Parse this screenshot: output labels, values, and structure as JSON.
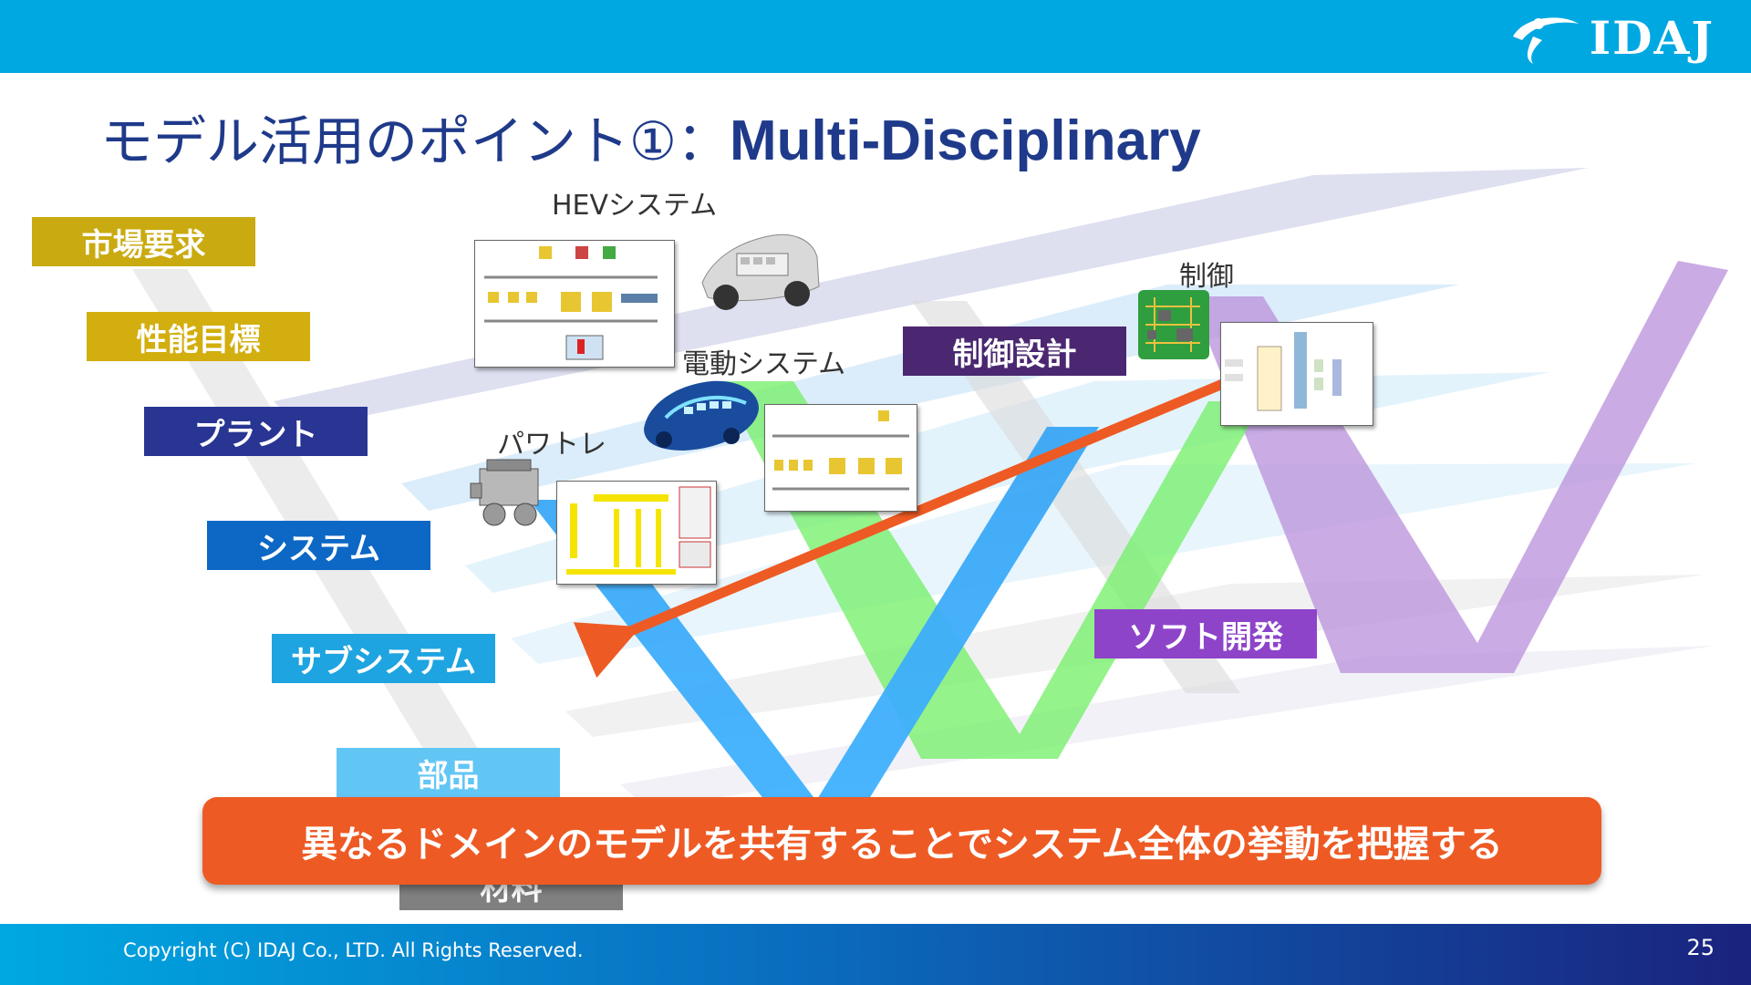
{
  "title": {
    "main": "モデル活用のポイント①：",
    "sub": "Multi-Disciplinary"
  },
  "logo": {
    "text": "IDAJ"
  },
  "levels": [
    {
      "label": "市場要求",
      "color": "#c9aa10"
    },
    {
      "label": "性能目標",
      "color": "#d2ae0e"
    },
    {
      "label": "プラント",
      "color": "#283593"
    },
    {
      "label": "システム",
      "color": "#0d67c4"
    },
    {
      "label": "サブシステム",
      "color": "#1ea4e0"
    },
    {
      "label": "部品",
      "color": "#62c6f5"
    },
    {
      "label": "材料",
      "color": "#808080"
    }
  ],
  "labels": {
    "hev": "HEVシステム",
    "electric": "電動システム",
    "powertrain": "パワトレ",
    "control": "制御"
  },
  "domains": {
    "control_design": {
      "label": "制御設計",
      "color": "#4a2770"
    },
    "software_dev": {
      "label": "ソフト開発",
      "color": "#8e44c9"
    }
  },
  "banner": {
    "text": "異なるドメインのモデルを共有することでシステム全体の挙動を把握する",
    "color": "#ee5a24"
  },
  "footer": {
    "copyright": "Copyright (C) IDAJ Co., LTD. All Rights Reserved.",
    "page": "25"
  },
  "colors": {
    "header": "#00a8e2",
    "title": "#1f3a8a",
    "arrow": "#ee5a24"
  },
  "icons": [
    "idaj-logo-icon",
    "engine-icon",
    "car-cutaway-icon",
    "ev-car-icon",
    "circuit-board-icon",
    "double-arrow-icon"
  ]
}
